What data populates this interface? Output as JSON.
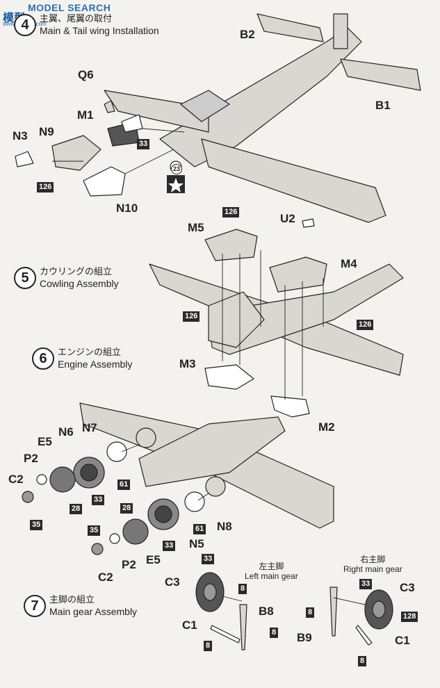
{
  "watermark": {
    "brand": "MODEL SEARCH",
    "jp": "模型",
    "sub": "www.ahshop.com"
  },
  "steps": [
    {
      "id": "4",
      "jp": "主翼、尾翼の取付",
      "en": "Main & Tail wing Installation"
    },
    {
      "id": "5",
      "jp": "カウリングの組立",
      "en": "Cowling Assembly"
    },
    {
      "id": "6",
      "jp": "エンジンの組立",
      "en": "Engine Assembly"
    },
    {
      "id": "7",
      "jp": "主脚の組立",
      "en": "Main gear Assembly"
    }
  ],
  "parts": {
    "b2": "B2",
    "b1": "B1",
    "q6": "Q6",
    "m1": "M1",
    "n3": "N3",
    "n9": "N9",
    "n10": "N10",
    "u2": "U2",
    "m5": "M5",
    "m4": "M4",
    "m3": "M3",
    "m2": "M2",
    "n7": "N7",
    "n6": "N6",
    "e5a": "E5",
    "p2a": "P2",
    "c2a": "C2",
    "n8": "N8",
    "n5": "N5",
    "e5b": "E5",
    "p2b": "P2",
    "c2b": "C2",
    "c3a": "C3",
    "b8": "B8",
    "c1a": "C1",
    "c3b": "C3",
    "b9": "B9",
    "c1b": "C1"
  },
  "paint_codes": {
    "p33a": "33",
    "p126a": "126",
    "p23": "23",
    "p126b": "126",
    "p126c": "126",
    "p126d": "126",
    "p61a": "61",
    "p33b": "33",
    "p28a": "28",
    "p35a": "35",
    "p28b": "28",
    "p35b": "35",
    "p33c": "33",
    "p61b": "61",
    "p33d": "33",
    "p8a": "8",
    "p8b": "8",
    "p8c": "8",
    "p33e": "33",
    "p8d": "8",
    "p128": "128",
    "p8e": "8"
  },
  "gear": {
    "left_jp": "左主脚",
    "left_en": "Left main gear",
    "right_jp": "右主脚",
    "right_en": "Right main gear"
  }
}
